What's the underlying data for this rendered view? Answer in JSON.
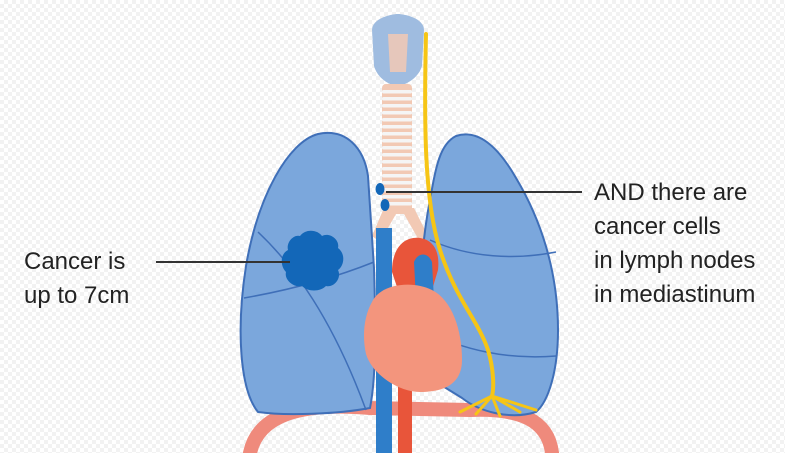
{
  "labels": {
    "tumour": [
      "Cancer is",
      "up to 7cm"
    ],
    "lymph_nodes": [
      "AND there are",
      "cancer cells",
      "in lymph nodes",
      "in mediastinum"
    ]
  },
  "colors": {
    "lung_fill": "#7ba7dc",
    "lung_stroke": "#3f6fb8",
    "tumour": "#1367b8",
    "lymph_node": "#1367b8",
    "heart": "#f3957d",
    "aorta": "#e8553a",
    "vena_cava": "#2f7ec9",
    "nerve": "#f6c515",
    "diaphragm": "#ef8a7c",
    "trachea_ring": "#f5f5f5",
    "trachea": "#f2c9b4",
    "larynx": "#9fbce0",
    "pointer_line": "#333333"
  }
}
